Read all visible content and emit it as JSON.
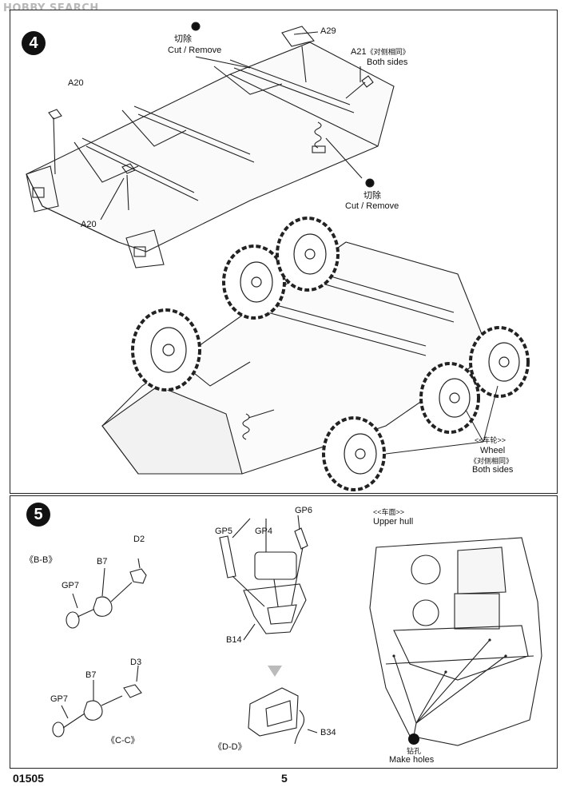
{
  "watermark": "HOBBY SEARCH",
  "step4": {
    "number": "4",
    "labels": {
      "a29": "A29",
      "a21": "A21",
      "a21_cn": "《对侧相同》",
      "both_sides": "Both sides",
      "a20_top": "A20",
      "a20_bottom": "A20",
      "cut_cn": "切除",
      "cut_remove": "Cut / Remove",
      "cut2_cn": "切除",
      "cut2_remove": "Cut / Remove",
      "wheel_cn": "<<车轮>>",
      "wheel": "Wheel",
      "wheel_side_cn": "《对侧相同》",
      "wheel_both": "Both sides"
    }
  },
  "step5": {
    "number": "5",
    "labels": {
      "bb": "《B-B》",
      "d2": "D2",
      "b7_top": "B7",
      "gp7_top": "GP7",
      "cc": "《C-C》",
      "d3": "D3",
      "b7_bottom": "B7",
      "gp7_bottom": "GP7",
      "gp5": "GP5",
      "gp4": "GP4",
      "gp6": "GP6",
      "b14": "B14",
      "dd": "《D-D》",
      "b34": "B34",
      "upper_hull_cn": "<<车面>>",
      "upper_hull": "Upper hull",
      "drill_cn": "钻孔",
      "make_holes": "Make holes"
    }
  },
  "footer": {
    "code": "01505",
    "page": "5"
  }
}
